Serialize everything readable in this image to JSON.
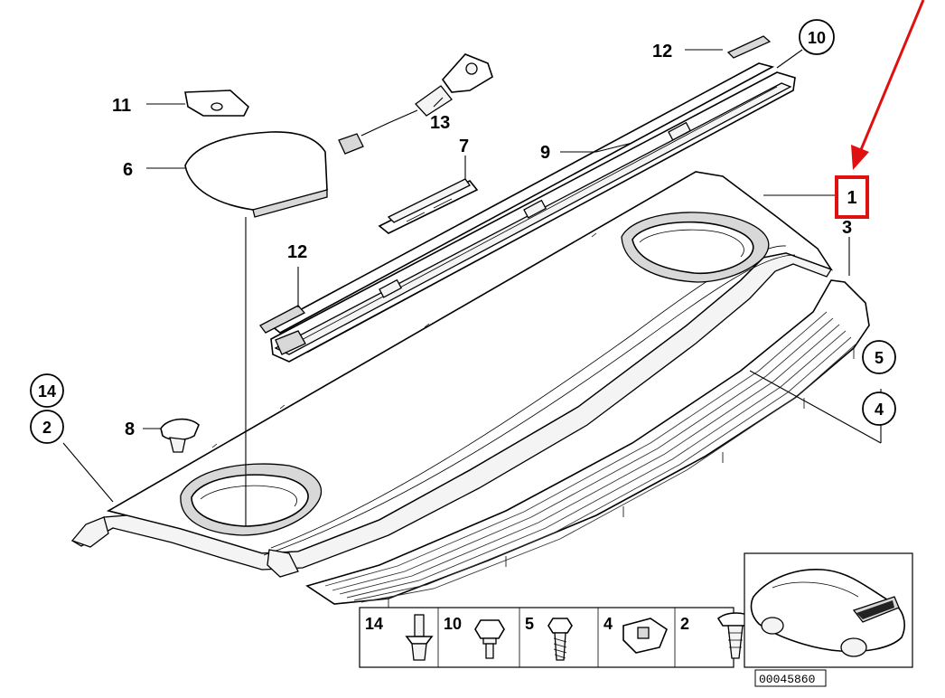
{
  "callouts": {
    "c1": "1",
    "c2": "2",
    "c3": "3",
    "c4": "4",
    "c5": "5",
    "c6": "6",
    "c7": "7",
    "c8": "8",
    "c9": "9",
    "c10": "10",
    "c11": "11",
    "c12a": "12",
    "c12b": "12",
    "c13": "13",
    "c14": "14"
  },
  "fasteners": [
    {
      "number": "14",
      "icon": "push-rivet-icon"
    },
    {
      "number": "10",
      "icon": "hex-bolt-icon"
    },
    {
      "number": "5",
      "icon": "hex-screw-icon"
    },
    {
      "number": "4",
      "icon": "clip-nut-icon"
    },
    {
      "number": "2",
      "icon": "expanding-rivet-icon"
    }
  ],
  "diagram_code": "00045860",
  "colors": {
    "highlight": "#e01010",
    "arrow": "#e01010",
    "line": "#000000",
    "background": "#ffffff"
  }
}
